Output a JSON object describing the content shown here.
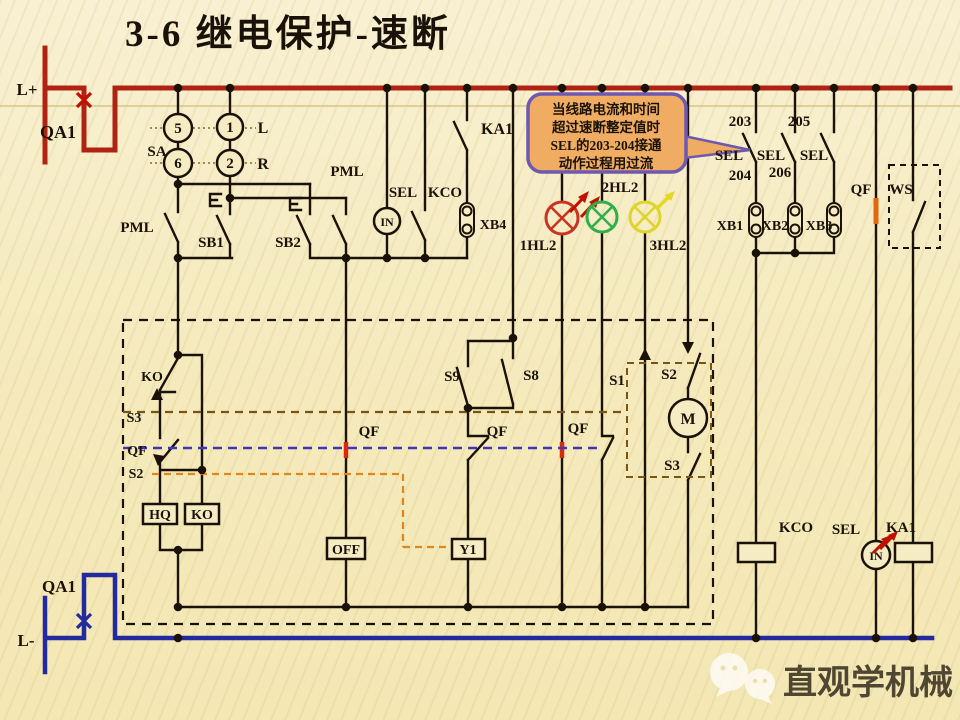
{
  "title": "3-6  继电保护-速断",
  "colors": {
    "bus_positive": "#b02313",
    "bus_negative": "#232a9e",
    "wire": "#1a1208",
    "lamp_red": "#c9331f",
    "lamp_green": "#2db04b",
    "lamp_yellow": "#ddd52a",
    "highlight_red": "#d92a07",
    "highlight_orange": "#e2680f",
    "callout_fill": "#efac62",
    "callout_border": "#6e58b0",
    "callout_text": "#c41200",
    "dashed_brown": "#7a5410",
    "dashed_blue": "#4136b4",
    "dashed_orange": "#e0861c"
  },
  "power": {
    "l_plus": "L+",
    "l_minus": "L-",
    "qa1_top": "QA1",
    "qa1_bottom": "QA1"
  },
  "selector_sa": {
    "label": "SA",
    "pin_top_left": "5",
    "pin_top_right": "1",
    "pin_bottom_left": "6",
    "pin_bottom_right": "2",
    "dir_left": "L",
    "dir_right": "R"
  },
  "control_contacts": {
    "pml_left": "PML",
    "sb1": "SB1",
    "sb2": "SB2",
    "pml_right": "PML",
    "sel": "SEL",
    "kco": "KCO",
    "in_label": "IN",
    "ka1": "KA1",
    "xb4": "XB4"
  },
  "lamps": {
    "lamp1": "1HL2",
    "lamp2": "2HL2",
    "lamp3": "3HL2"
  },
  "callout": {
    "line1": "当线路电流和时间",
    "line2": "超过速断整定值时",
    "line3": "SEL的203-204接通",
    "line4": "动作过程用过流"
  },
  "sel_branch": {
    "n203": "203",
    "n205": "205",
    "sel_a": "SEL",
    "n204": "204",
    "sel_b": "SEL",
    "n206": "206",
    "sel_c": "SEL",
    "xb1": "XB1",
    "xb2": "XB2",
    "xb3": "XB3"
  },
  "right_branch": {
    "qf": "QF",
    "ws": "WS"
  },
  "interlock_box": {
    "ko_contact": "KO",
    "s3_left": "S3",
    "qf_left": "QF",
    "s2_left": "S2",
    "hq_coil": "HQ",
    "ko_coil": "KO",
    "qf_off": "QF",
    "off_coil": "OFF",
    "s9": "S9",
    "s8": "S8",
    "qf_mid": "QF",
    "qf_lamp": "QF",
    "y1_coil": "Y1",
    "s1": "S1",
    "s2_right": "S2",
    "motor": "M",
    "s3_right": "S3"
  },
  "output_coils": {
    "kco": "KCO",
    "sel": "SEL",
    "in_label": "IN",
    "ka1": "KA1"
  },
  "watermark": {
    "brand": "直观学机械"
  }
}
